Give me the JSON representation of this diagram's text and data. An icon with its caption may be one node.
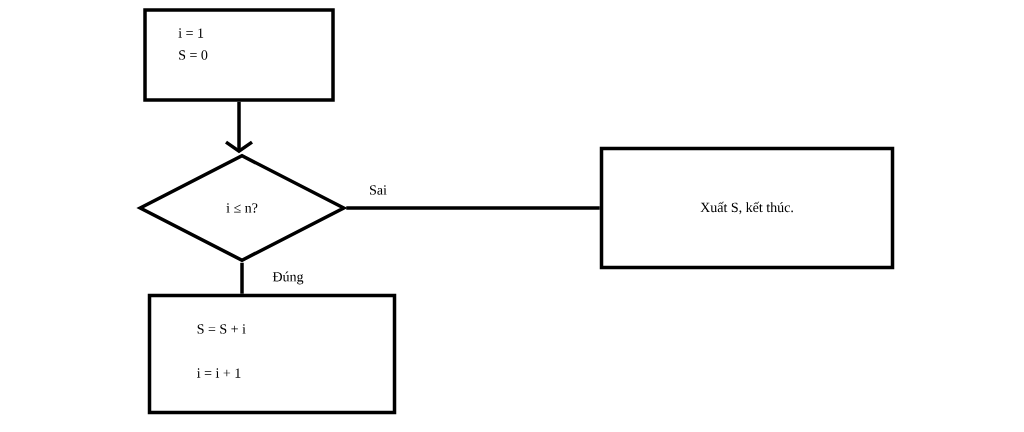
{
  "diagram": {
    "nodes": [
      {
        "text": [
          "i = 1",
          "S = 0"
        ]
      },
      {
        "text": [
          "i ≤ n?"
        ]
      },
      {
        "text": [
          "Xuất S, kết thúc."
        ]
      },
      {
        "text": [
          "S = S + i",
          "i = i + 1"
        ]
      }
    ],
    "edges": [
      {
        "from": 0,
        "to": 1,
        "arrow": "to"
      },
      {
        "from": 1,
        "to": 2,
        "label": "Sai",
        "arrow": "none"
      },
      {
        "from": 1,
        "to": 3,
        "label": "Đúng",
        "arrow": "none"
      }
    ]
  }
}
